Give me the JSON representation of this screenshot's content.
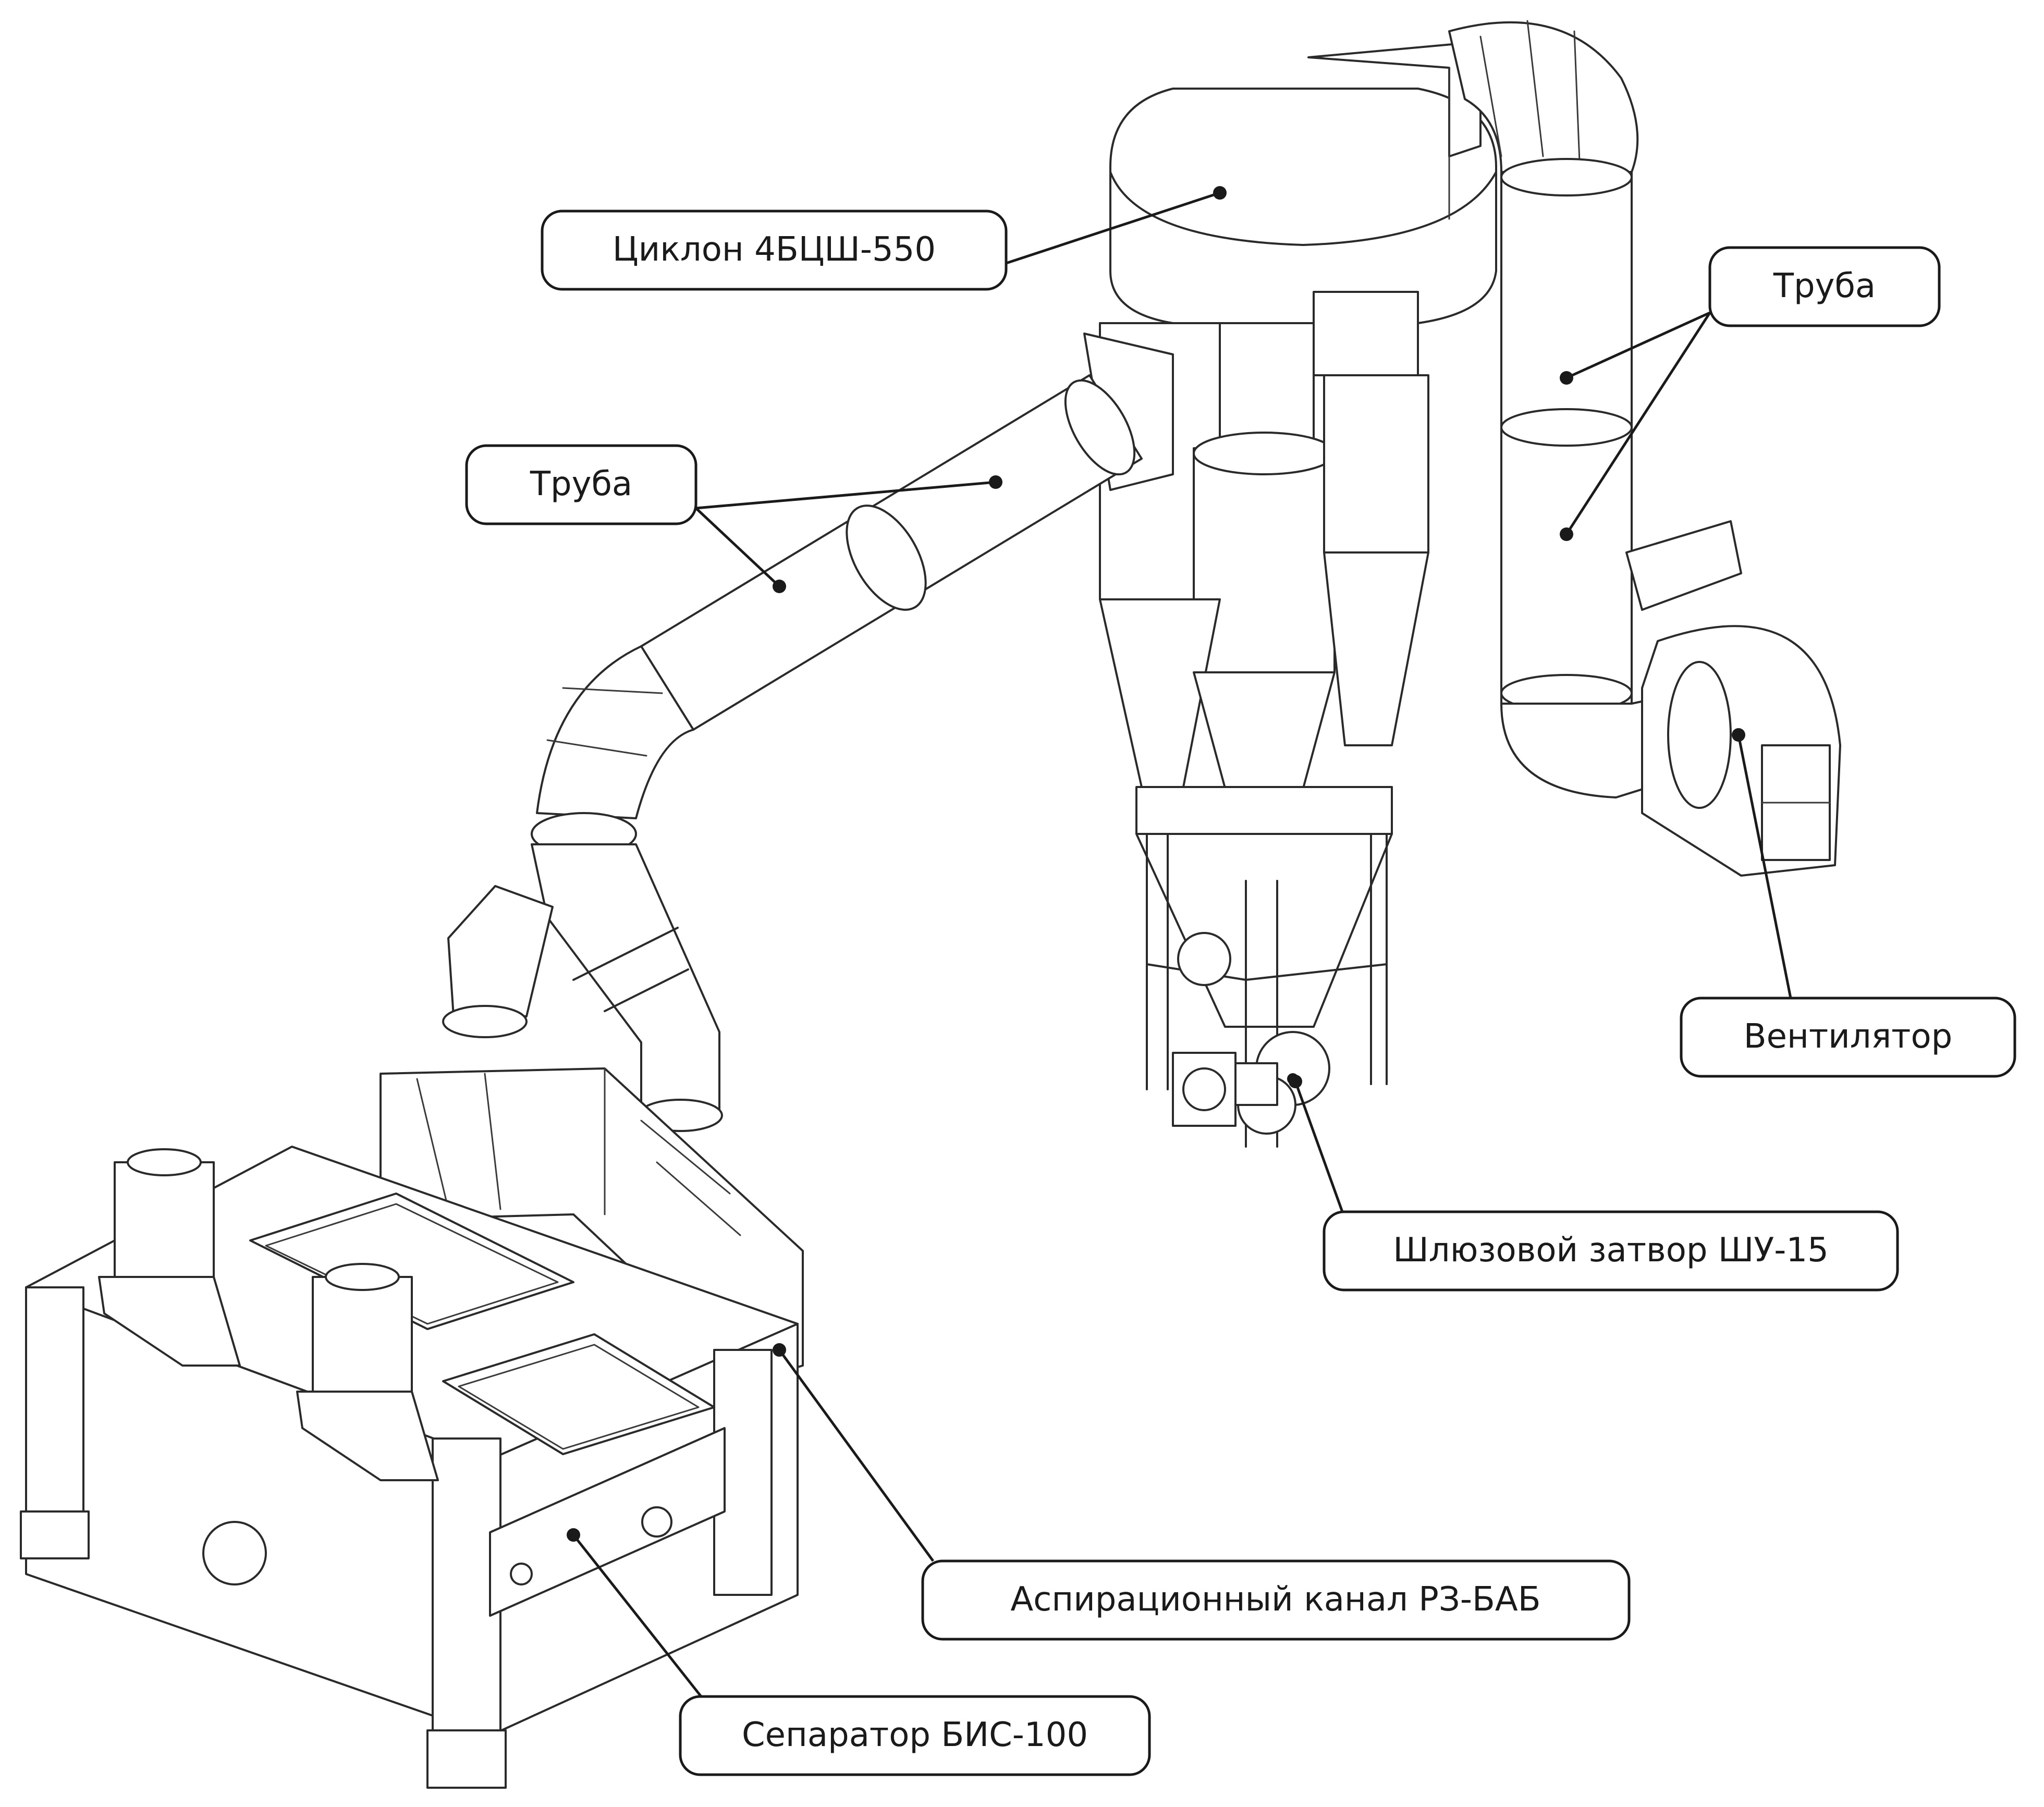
{
  "labels": {
    "cyclone": "Циклон 4БЦШ-550",
    "pipe_left": "Труба",
    "pipe_right": "Труба",
    "fan": "Вентилятор",
    "airlock": "Шлюзовой затвор ШУ-15",
    "aspiration": "Аспирационный канал РЗ-БАБ",
    "separator": "Сепаратор БИС-100"
  },
  "colors": {
    "line": "#2a2a2a",
    "text": "#1a1a1a",
    "background": "#ffffff"
  }
}
